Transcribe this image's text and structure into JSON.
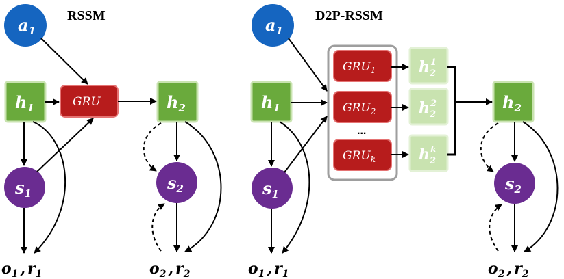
{
  "left": {
    "title": "RSSM",
    "a": {
      "base": "a",
      "sub": "1"
    },
    "h1": {
      "base": "h",
      "sub": "1"
    },
    "gru": "GRU",
    "h2": {
      "base": "h",
      "sub": "2"
    },
    "s1": {
      "base": "s",
      "sub": "1"
    },
    "s2": {
      "base": "s",
      "sub": "2"
    },
    "out1": {
      "o": "o",
      "osub": "1",
      "sep": ",",
      "r": "r",
      "rsub": "1"
    },
    "out2": {
      "o": "o",
      "osub": "2",
      "sep": ",",
      "r": "r",
      "rsub": "2"
    }
  },
  "right": {
    "title": "D2P-RSSM",
    "a": {
      "base": "a",
      "sub": "1"
    },
    "h1": {
      "base": "h",
      "sub": "1"
    },
    "grus": [
      {
        "base": "GRU",
        "sub": "1"
      },
      {
        "base": "GRU",
        "sub": "2"
      },
      {
        "base": "GRU",
        "sub": "k"
      }
    ],
    "ellipsis": "...",
    "hs": [
      {
        "base": "h",
        "sub": "2",
        "sup": "1"
      },
      {
        "base": "h",
        "sub": "2",
        "sup": "2"
      },
      {
        "base": "h",
        "sub": "2",
        "sup": "k"
      }
    ],
    "h2": {
      "base": "h",
      "sub": "2"
    },
    "s1": {
      "base": "s",
      "sub": "1"
    },
    "s2": {
      "base": "s",
      "sub": "2"
    },
    "out1": {
      "o": "o",
      "osub": "1",
      "sep": ",",
      "r": "r",
      "rsub": "1"
    },
    "out2": {
      "o": "o",
      "osub": "2",
      "sep": ",",
      "r": "r",
      "rsub": "2"
    }
  },
  "colors": {
    "action_blue": "#1565c0",
    "hidden_green": "#6aaa3c",
    "hidden_green_light": "#c9e3b0",
    "gru_red": "#b71c1c",
    "state_purple": "#6a2c91"
  }
}
